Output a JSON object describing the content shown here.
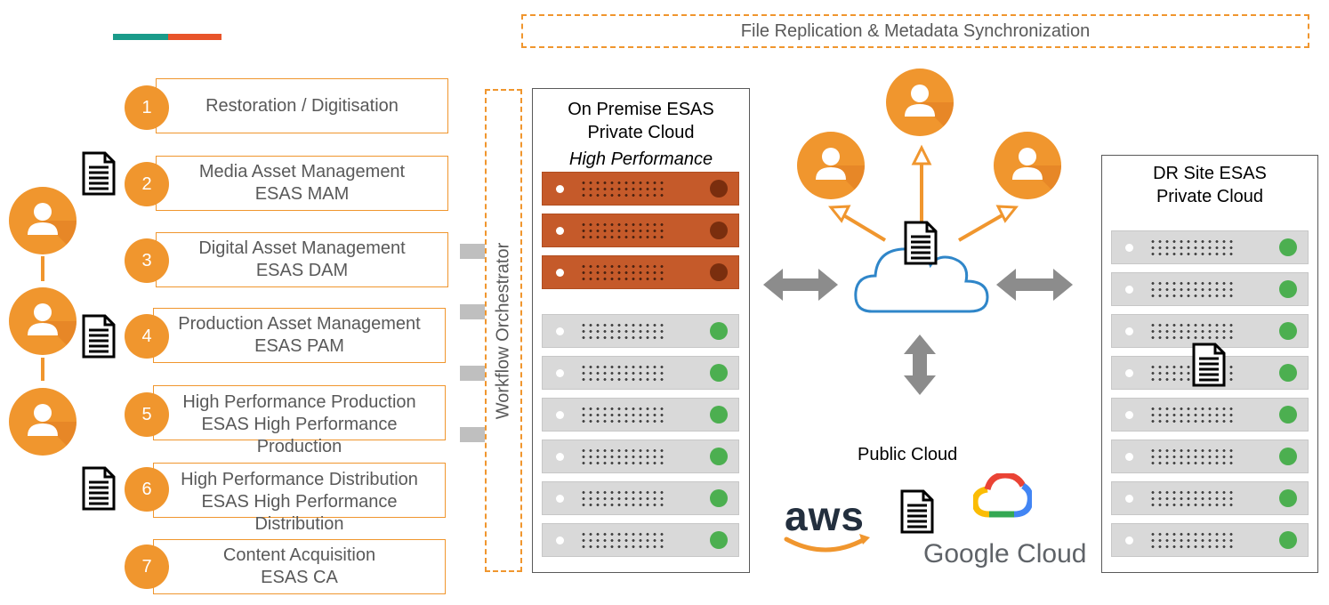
{
  "banner": {
    "label": "File Replication & Metadata Synchronization"
  },
  "steps": [
    {
      "num": "1",
      "lines": [
        "Restoration / Digitisation"
      ]
    },
    {
      "num": "2",
      "lines": [
        "Media Asset Management",
        "ESAS MAM"
      ]
    },
    {
      "num": "3",
      "lines": [
        "Digital Asset Management",
        "ESAS DAM"
      ]
    },
    {
      "num": "4",
      "lines": [
        "Production Asset Management",
        "ESAS PAM"
      ]
    },
    {
      "num": "5",
      "lines": [
        "High Performance Production",
        "ESAS High Performance",
        "Production"
      ]
    },
    {
      "num": "6",
      "lines": [
        "High Performance Distribution",
        "ESAS High Performance",
        "Distribution"
      ]
    },
    {
      "num": "7",
      "lines": [
        "Content Acquisition",
        "ESAS CA"
      ]
    }
  ],
  "orchestrator": {
    "label": "Workflow Orchestrator"
  },
  "onprem": {
    "title_line1": "On Premise ESAS",
    "title_line2": "Private Cloud",
    "subtitle": "High Performance"
  },
  "drsite": {
    "title_line1": "DR Site ESAS",
    "title_line2": "Private Cloud"
  },
  "public_cloud": {
    "label": "Public Cloud",
    "aws": "aws",
    "google": "Google Cloud"
  },
  "colors": {
    "accent": "#f0962e",
    "teal": "#1a9b8a",
    "red": "#e8542a",
    "server_orange": "#c55a2a",
    "server_gray": "#d9d9d9",
    "led_green": "#4caf50",
    "cloud_blue": "#2f86c9"
  },
  "icons": [
    "document-icon",
    "user-icon",
    "cloud-icon",
    "double-arrow-icon",
    "server-icon",
    "aws-logo",
    "google-cloud-logo"
  ]
}
